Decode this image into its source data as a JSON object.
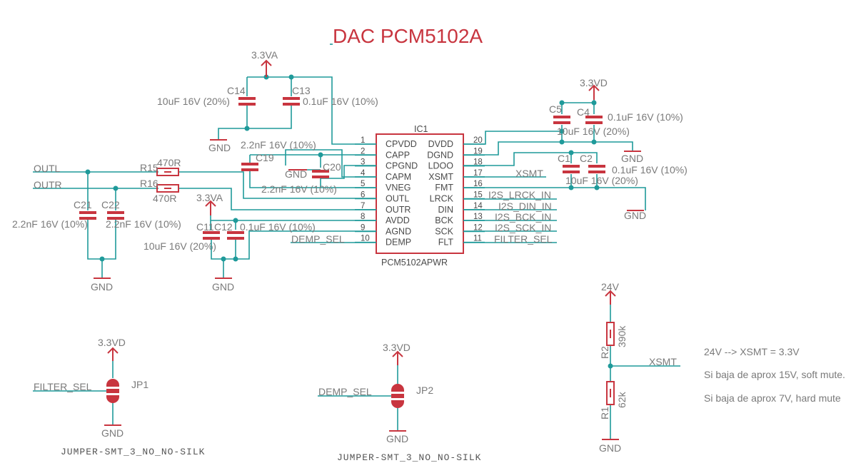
{
  "title": "DAC PCM5102A",
  "ic": {
    "ref": "IC1",
    "value": "PCM5102APWR",
    "left_pins": [
      {
        "num": "1",
        "name": "CPVDD"
      },
      {
        "num": "2",
        "name": "CAPP"
      },
      {
        "num": "3",
        "name": "CPGND"
      },
      {
        "num": "4",
        "name": "CAPM"
      },
      {
        "num": "5",
        "name": "VNEG"
      },
      {
        "num": "6",
        "name": "OUTL"
      },
      {
        "num": "7",
        "name": "OUTR"
      },
      {
        "num": "8",
        "name": "AVDD"
      },
      {
        "num": "9",
        "name": "AGND"
      },
      {
        "num": "10",
        "name": "DEMP"
      }
    ],
    "right_pins": [
      {
        "num": "20",
        "name": "DVDD"
      },
      {
        "num": "19",
        "name": "DGND"
      },
      {
        "num": "18",
        "name": "LDOO"
      },
      {
        "num": "17",
        "name": "XSMT"
      },
      {
        "num": "16",
        "name": "FMT"
      },
      {
        "num": "15",
        "name": "LRCK"
      },
      {
        "num": "14",
        "name": "DIN"
      },
      {
        "num": "13",
        "name": "BCK"
      },
      {
        "num": "12",
        "name": "SCK"
      },
      {
        "num": "11",
        "name": "FLT"
      }
    ]
  },
  "power": {
    "v33a": "3.3VA",
    "v33d": "3.3VD",
    "v24": "24V",
    "gnd": "GND"
  },
  "nets": {
    "outl": "OUTL",
    "outr": "OUTR",
    "xsmt": "XSMT",
    "i2s_lrck": "I2S_LRCK_IN",
    "i2s_din": "I2S_DIN_IN",
    "i2s_bck": "I2S_BCK_IN",
    "i2s_sck": "I2S_SCK_IN",
    "filter_sel": "FILTER_SEL",
    "demp_sel": "DEMP_SEL"
  },
  "components": {
    "c14": {
      "ref": "C14",
      "value": "10uF 16V (20%)"
    },
    "c13": {
      "ref": "C13",
      "value": "0.1uF 16V (10%)"
    },
    "c19": {
      "ref": "C19",
      "value": "2.2nF 16V (10%)"
    },
    "c20": {
      "ref": "C20",
      "value": "2.2nF 16V (10%)"
    },
    "c5": {
      "ref": "C5",
      "value": "10uF 16V (20%)"
    },
    "c4": {
      "ref": "C4",
      "value": "0.1uF 16V (10%)"
    },
    "c1": {
      "ref": "C1",
      "value": "10uF 16V (20%)"
    },
    "c2": {
      "ref": "C2",
      "value": "0.1uF 16V (10%)"
    },
    "r15": {
      "ref": "R15",
      "value": "470R"
    },
    "r16": {
      "ref": "R16",
      "value": "470R"
    },
    "c21": {
      "ref": "C21",
      "value": "2.2nF 16V (10%)"
    },
    "c22": {
      "ref": "C22",
      "value": "2.2nF 16V (10%)"
    },
    "c11": {
      "ref": "C11",
      "value": "10uF 16V (20%)"
    },
    "c12": {
      "ref": "C12",
      "value": "0.1uF 16V (10%)"
    },
    "r2": {
      "ref": "R2",
      "value": "390k"
    },
    "r1": {
      "ref": "R1",
      "value": "62k"
    },
    "jp1": {
      "ref": "JP1",
      "value": "JUMPER-SMT_3_NO_NO-SILK"
    },
    "jp2": {
      "ref": "JP2",
      "value": "JUMPER-SMT_3_NO_NO-SILK"
    }
  },
  "notes": [
    "24V --> XSMT = 3.3V",
    "Si baja de aprox 15V, soft mute.",
    "Si baja de aprox 7V, hard mute"
  ]
}
